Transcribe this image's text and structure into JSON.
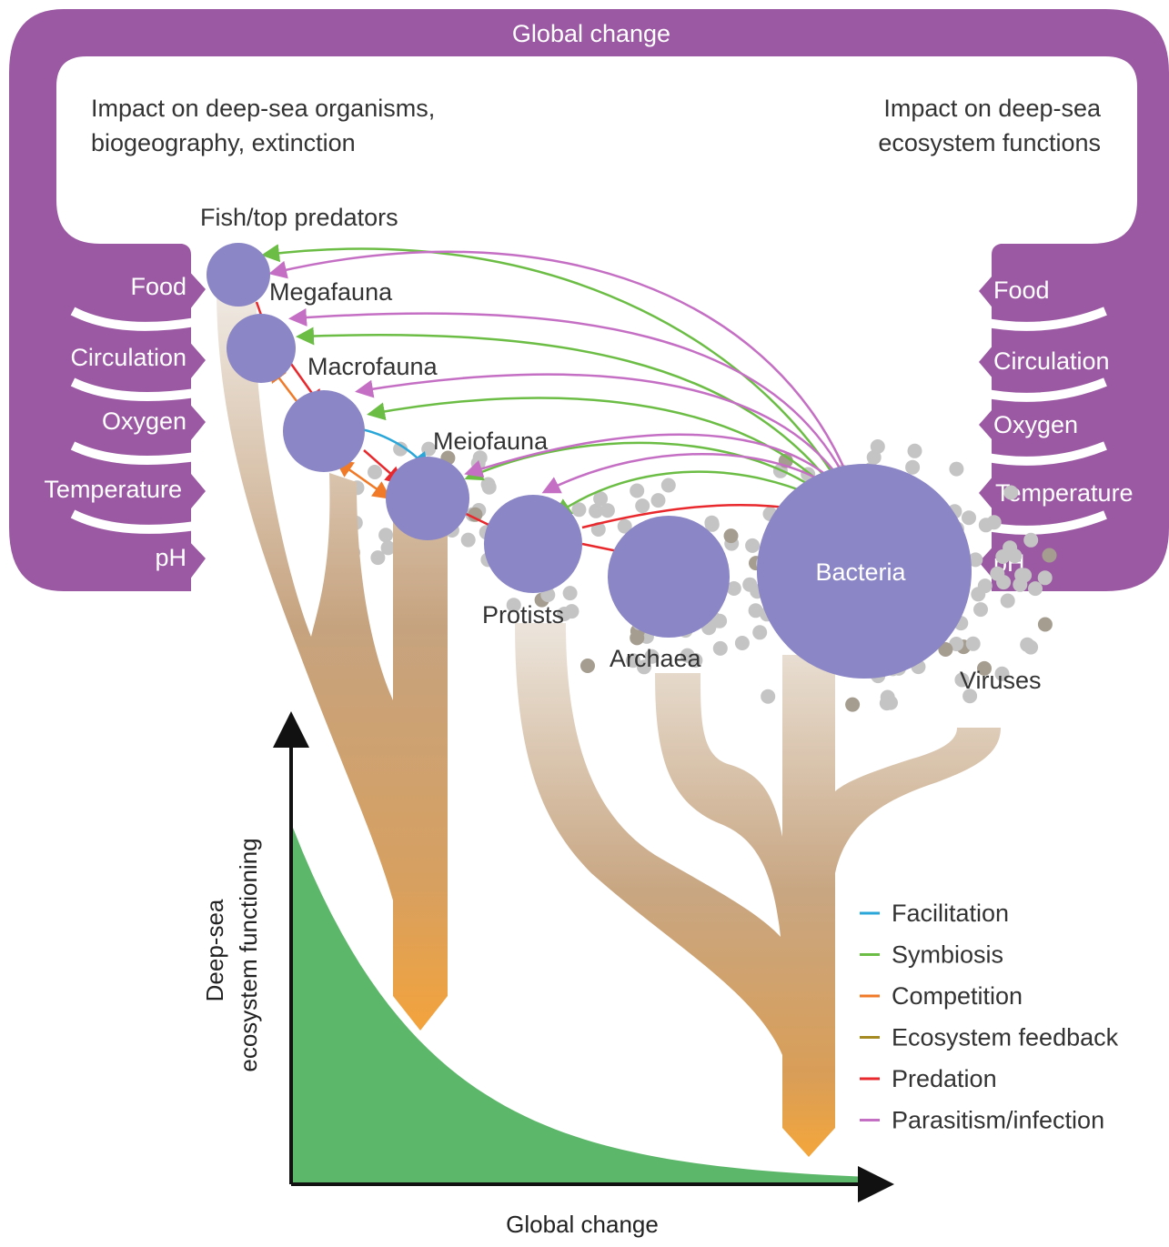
{
  "top_banner": "Global change",
  "impact_left": [
    "Impact on deep-sea organisms,",
    "biogeography, extinction"
  ],
  "impact_right": [
    "Impact on deep-sea",
    "ecosystem functions"
  ],
  "drivers_left": [
    "Food",
    "Circulation",
    "Oxygen",
    "Temperature",
    "pH"
  ],
  "drivers_right": [
    "Food",
    "Circulation",
    "Oxygen",
    "Temperature",
    "pH"
  ],
  "organisms": {
    "fish": "Fish/top predators",
    "megafauna": "Megafauna",
    "macrofauna": "Macrofauna",
    "meiofauna": "Meiofauna",
    "protists": "Protists",
    "archaea": "Archaea",
    "bacteria": "Bacteria",
    "viruses": "Viruses"
  },
  "legend": [
    {
      "label": "Facilitation",
      "color": "#2aa7d8"
    },
    {
      "label": "Symbiosis",
      "color": "#6cbd45"
    },
    {
      "label": "Competition",
      "color": "#f07a28"
    },
    {
      "label": "Ecosystem feedback",
      "color": "#a58a22"
    },
    {
      "label": "Predation",
      "color": "#e8282c"
    },
    {
      "label": "Parasitism/infection",
      "color": "#c56fc4"
    }
  ],
  "axes": {
    "y_label_1": "Deep-sea",
    "y_label_2": "ecosystem functioning",
    "x_label": "Global change"
  },
  "colors": {
    "frame": "#9b59a3",
    "organism": "#8b86c5",
    "particle": "#bdbdbd",
    "curve_fill": "#5db76a",
    "trunk_light": "#ede7df",
    "trunk_mid": "#c6a37f",
    "trunk_tip": "#f3a33c"
  }
}
